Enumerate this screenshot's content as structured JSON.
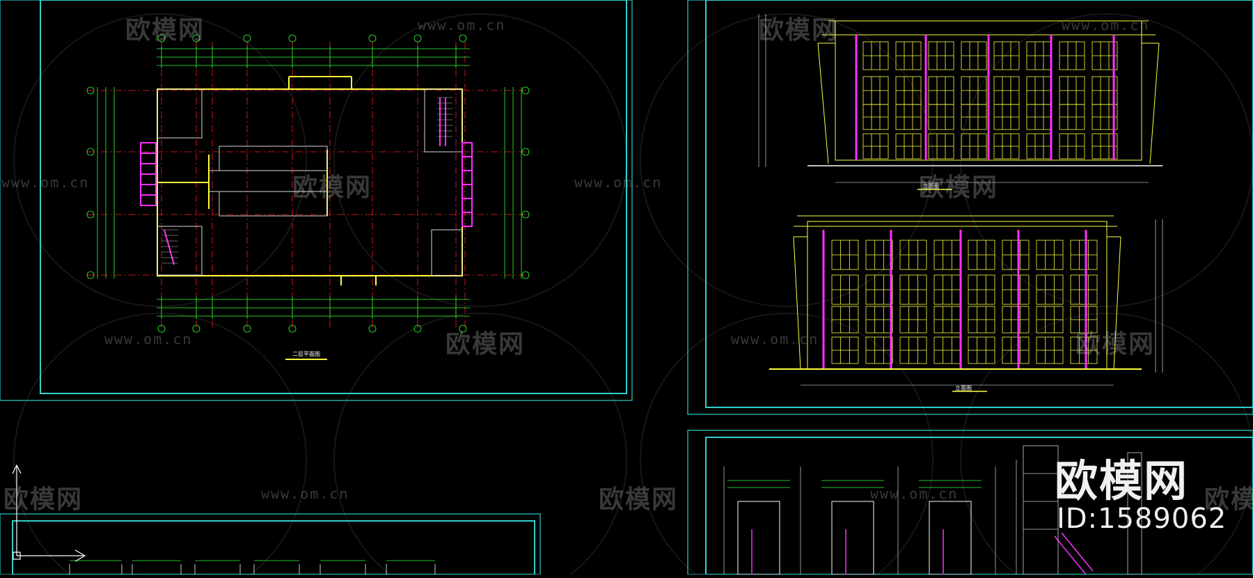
{
  "watermark": {
    "logo_text": "欧模网",
    "url_text": "www.om.cn"
  },
  "brand": {
    "name": "欧模网",
    "id_text": "ID:1589062"
  },
  "sheets": {
    "floor_plan_title": "二层平面图",
    "elevation_upper_title": "立面图",
    "elevation_lower_title": "立面图"
  },
  "colors": {
    "frame": "#2fd0d0",
    "axis": "#ff2020",
    "wall": "#ffff40",
    "dimension": "#30ff30",
    "accent": "#ff30ff",
    "text": "#ffffff"
  },
  "icons": {
    "ucs": "ucs-axis-icon"
  }
}
